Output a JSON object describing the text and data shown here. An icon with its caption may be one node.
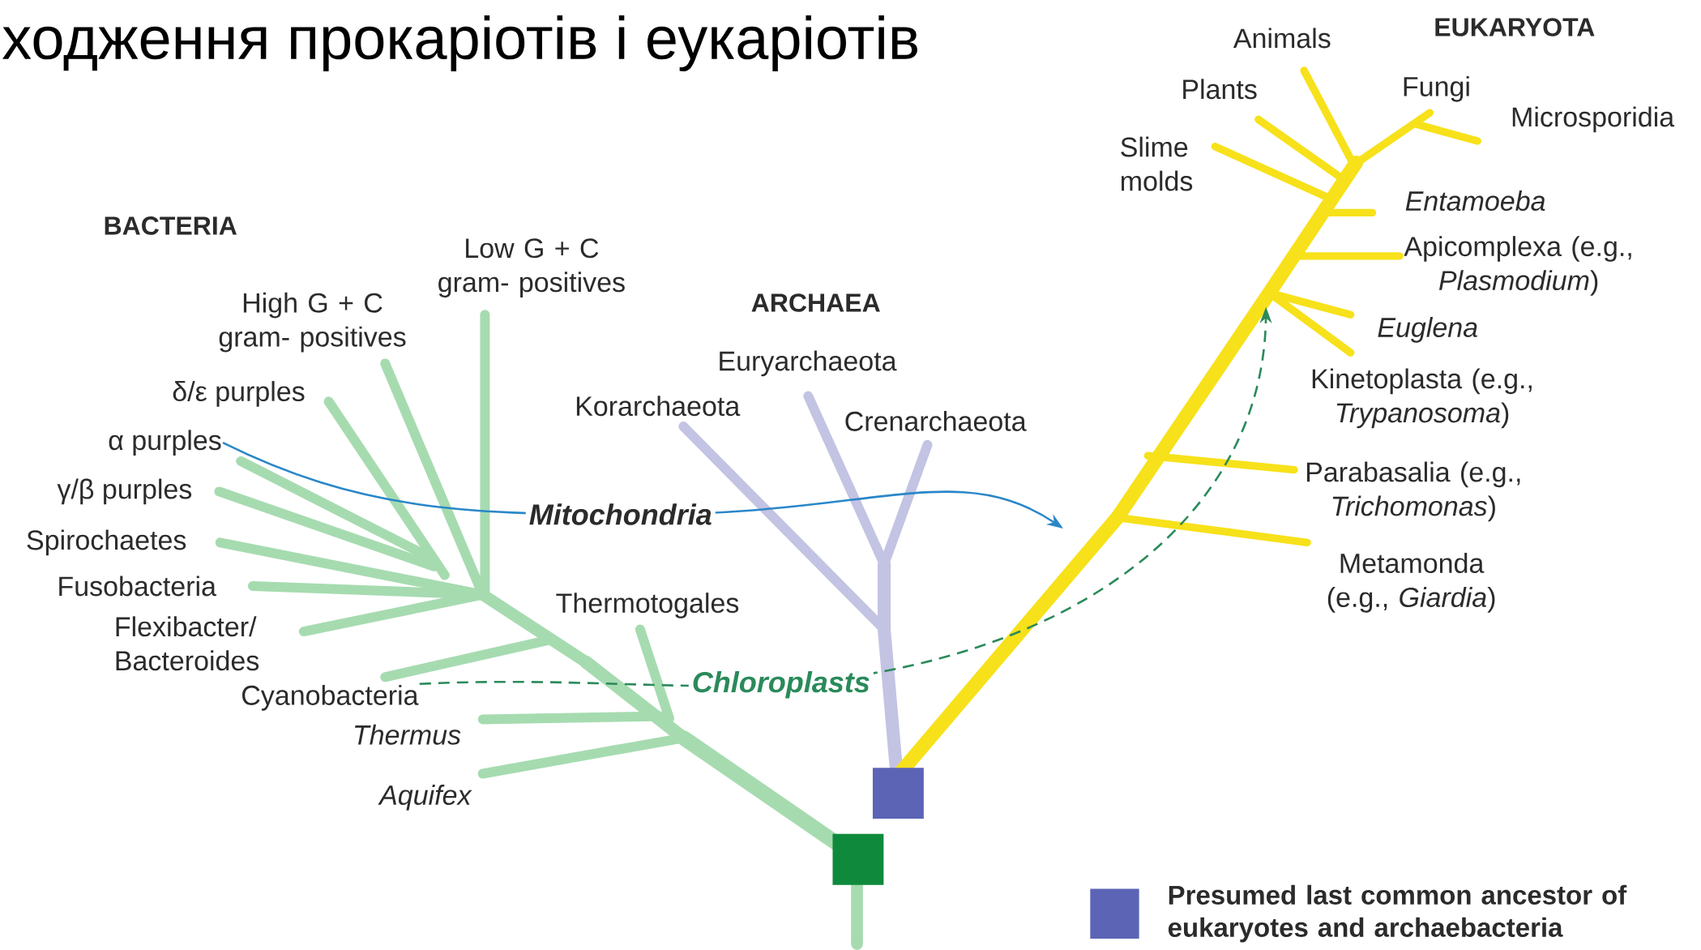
{
  "diagram": {
    "title": "ходження прокаріотів і еукаріотів",
    "nodes": [
      {
        "text": [
          "α purples"
        ]
      },
      {
        "text": [
          "Cyanobacteria"
        ]
      },
      {
        "text": [],
        "shape": "box"
      },
      {
        "text": [],
        "shape": "box"
      }
    ],
    "edges": [
      {
        "from": 0,
        "to": null,
        "arrow": "to",
        "label": "Mitochondria",
        "color": "#2a87c8"
      },
      {
        "from": 1,
        "to": null,
        "arrow": "to",
        "label": "Chloroplasts",
        "style": "dashed",
        "color": "#2a8a5a"
      }
    ],
    "labels": [
      "BACTERIA",
      "Low G + C gram- positives",
      "High G + C gram- positives",
      "ARCHAEA",
      "Euryarchaeota",
      "Korarchaeota",
      "Crenarchaeota",
      "δ/ε purples",
      "γ/β purples",
      "Spirochaetes",
      "Fusobacteria",
      "Flexibacter/ Bacteroides",
      "Thermotogales",
      "Thermus",
      "Aquifex",
      "EUKARYOTA",
      "Animals",
      "Plants",
      "Fungi",
      "Microsporidia",
      "Slime molds",
      "Entamoeba",
      "Apicomplexa (e.g., *Plasmodium*)",
      "Euglena",
      "Kinetoplasta (e.g., *Trypanosoma*)",
      "Parabasalia (e.g., *Trichomonas*)",
      "Metamonda (e.g., *Giardia*)"
    ],
    "legend": [
      {
        "text": "Presumed last common ancestor of eukaryotes and archaebacteria",
        "color": "#5b64b5"
      }
    ]
  }
}
